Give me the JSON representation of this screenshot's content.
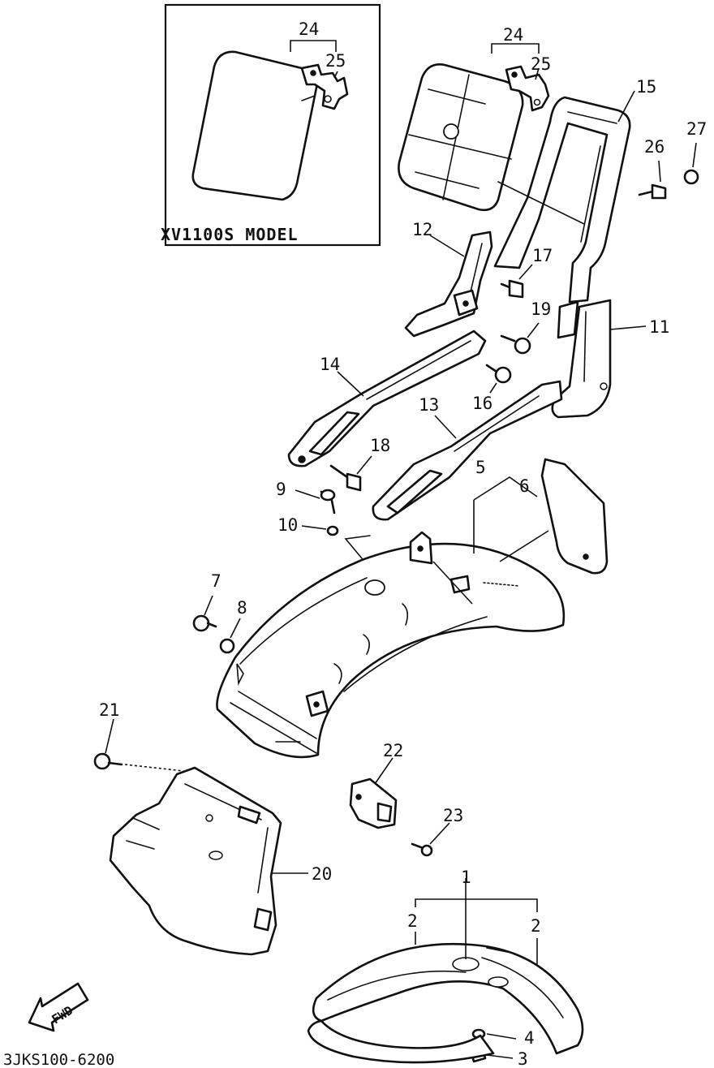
{
  "inset": {
    "title": "XV1100S MODEL",
    "callouts": [
      "24",
      "25"
    ]
  },
  "callouts": {
    "c1": "1",
    "c2a": "2",
    "c2b": "2",
    "c3": "3",
    "c4": "4",
    "c5": "5",
    "c6": "6",
    "c7": "7",
    "c8": "8",
    "c9": "9",
    "c10": "10",
    "c11": "11",
    "c12": "12",
    "c13": "13",
    "c14": "14",
    "c15": "15",
    "c16": "16",
    "c17": "17",
    "c18": "18",
    "c19": "19",
    "c20": "20",
    "c21": "21",
    "c22": "22",
    "c23": "23",
    "c24": "24",
    "c25": "25",
    "c26": "26",
    "c27": "27"
  },
  "fwd_label": "FWD",
  "reference_code": "3JKS100-6200"
}
